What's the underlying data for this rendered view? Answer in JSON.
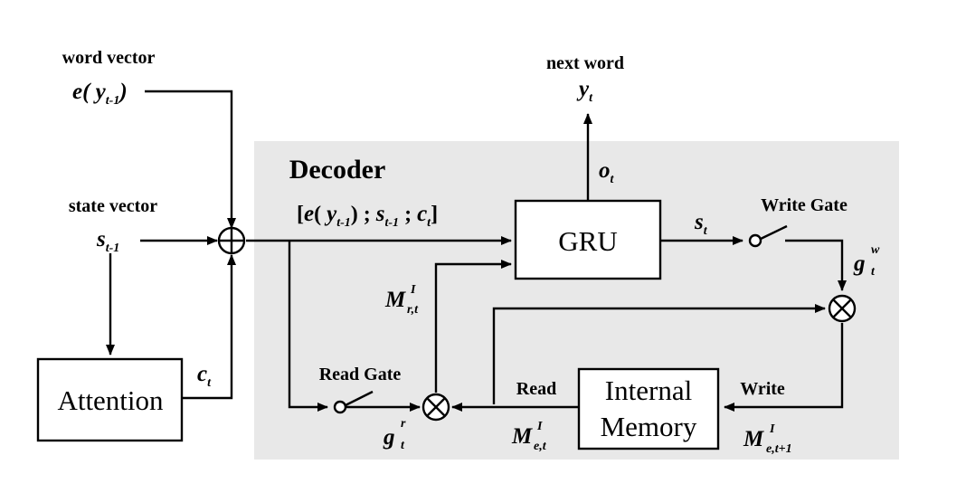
{
  "colors": {
    "decoder_bg": "#e8e8e8",
    "ink": "#000000"
  },
  "labels": {
    "word_vector": "word vector",
    "state_vector": "state vector",
    "next_word": "next word",
    "decoder": "Decoder",
    "write_gate": "Write Gate",
    "read_gate": "Read Gate",
    "read": "Read",
    "write": "Write",
    "gru": "GRU",
    "attention": "Attention",
    "internal": "Internal",
    "memory": "Memory"
  },
  "math": {
    "e_prefix": "e( ",
    "y": "y",
    "t_minus_1": "t-1",
    "close_paren": ")",
    "s": "s",
    "c": "c",
    "t": "t",
    "o": "o",
    "g": "g",
    "w": "w",
    "r": "r",
    "M": "M",
    "I": "I",
    "rt": "r,t",
    "et": "e,t",
    "et1": "e,t+1",
    "concat_open": "[",
    "concat_e": "e",
    "concat_paren_open": "( ",
    "concat_y": "y",
    "concat_paren_close": ") ; ",
    "concat_s": "s",
    "concat_sep": " ; ",
    "concat_c": "c",
    "concat_close": "]"
  }
}
